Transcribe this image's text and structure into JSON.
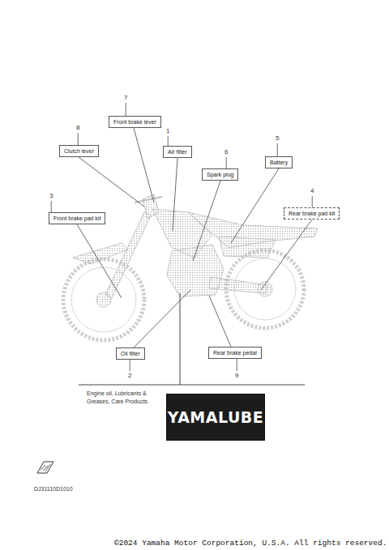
{
  "diagram": {
    "nodes": [
      {
        "text": [
          "Front brake lever"
        ]
      },
      {
        "text": [
          "Clutch lever"
        ]
      },
      {
        "text": [
          "Air filter"
        ]
      },
      {
        "text": [
          "Spark plug"
        ]
      },
      {
        "text": [
          "Battery"
        ]
      },
      {
        "text": [
          "Front brake pad kit"
        ]
      },
      {
        "text": [
          "Rear brake pad kit"
        ]
      },
      {
        "text": [
          "Oil filter"
        ]
      },
      {
        "text": [
          "Rear brake pedal"
        ]
      },
      {
        "text": [
          "YAMALUBE"
        ]
      }
    ],
    "labels": [
      "7",
      "8",
      "1",
      "6",
      "5",
      "3",
      "4",
      "2",
      "9",
      "Engine oil, Lubricants & Greases, Care Products.",
      "DJ31110D1010",
      "©2024 Yamaha Motor Corporation, U.S.A. All rights reserved."
    ]
  }
}
